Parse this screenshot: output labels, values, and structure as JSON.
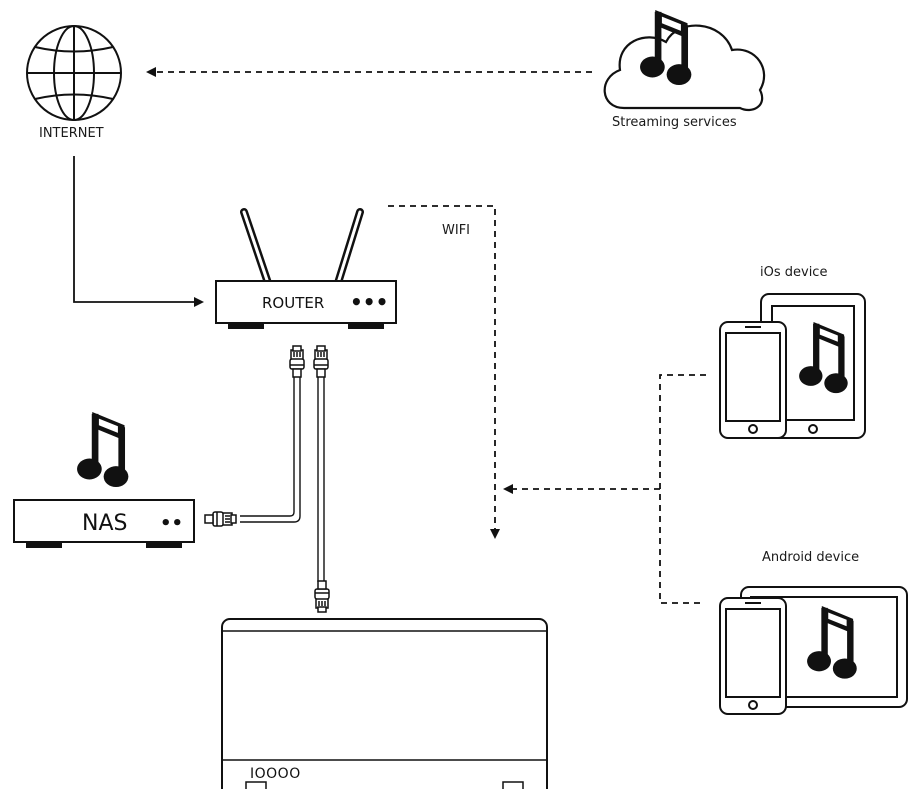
{
  "labels": {
    "internet": "INTERNET",
    "streaming": "Streaming services",
    "wifi": "WIFI",
    "ios": "iOs device",
    "android": "Android device",
    "router": "ROUTER",
    "router_dots": "•••",
    "nas": "NAS",
    "nas_dots": "••",
    "speaker_buttons": "IOOOO"
  },
  "colors": {
    "ink": "#111111",
    "fill": "#ffffff"
  }
}
